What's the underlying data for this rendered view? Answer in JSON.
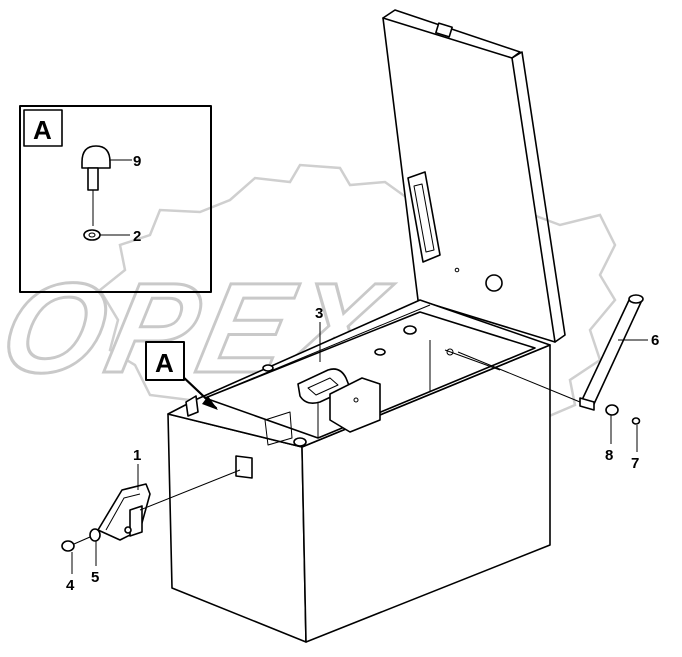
{
  "watermark": {
    "text": "OPEX"
  },
  "detail": {
    "label": "A"
  },
  "view_marker": {
    "label": "A"
  },
  "callouts": {
    "c1": "1",
    "c2": "2",
    "c3": "3",
    "c4": "4",
    "c5": "5",
    "c6": "6",
    "c7": "7",
    "c8": "8",
    "c9": "9"
  },
  "colors": {
    "line": "#000000",
    "background": "#ffffff",
    "watermark": "#c9c9c9"
  }
}
